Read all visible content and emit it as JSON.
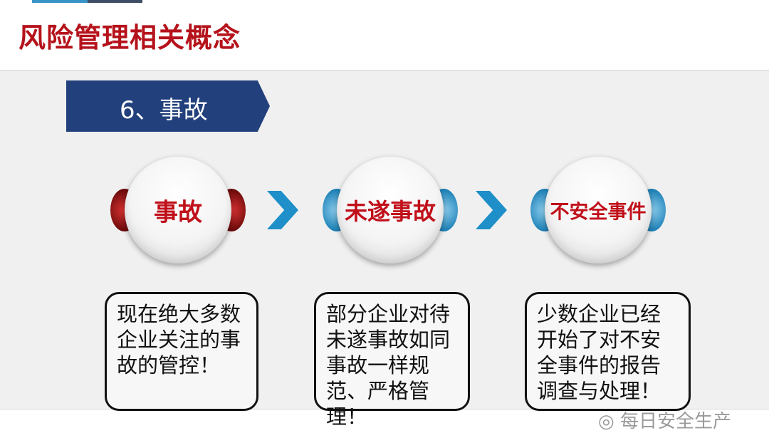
{
  "title": "风险管理相关概念",
  "section": "6、事故",
  "nodes": [
    {
      "label": "事故"
    },
    {
      "label": "未遂事故"
    },
    {
      "label": "不安全事件"
    }
  ],
  "boxes": [
    {
      "text": "现在绝大多数企业关注的事故的管控！"
    },
    {
      "text": "部分企业对待未遂事故如同事故一样规范、严格管理！"
    },
    {
      "text": "少数企业已经开始了对不安全事件的报告调查与处理！"
    }
  ],
  "watermark": "每日安全生产",
  "colors": {
    "title": "#b5121b",
    "banner": "#22407c",
    "arrow": "#1e8fc8"
  }
}
